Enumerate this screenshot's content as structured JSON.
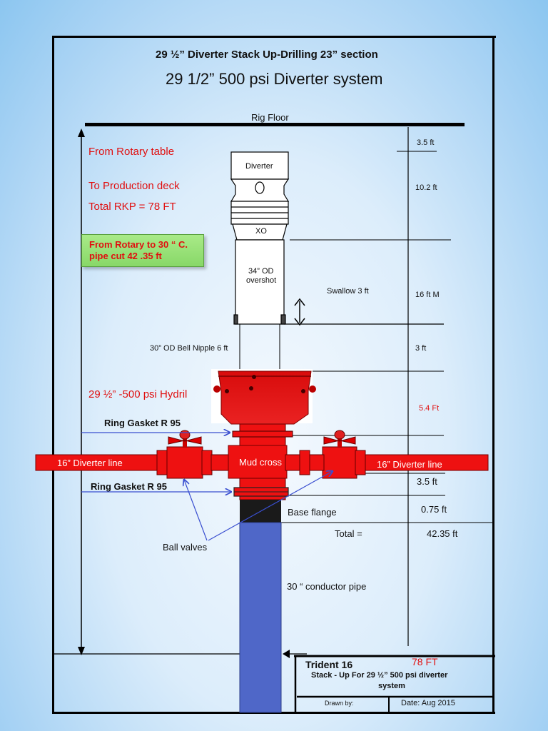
{
  "header": {
    "subtitle": "29 ½” Diverter  Stack Up-Drilling 23” section",
    "title": "29 1/2” 500 psi Diverter system"
  },
  "labels": {
    "rig_floor": "Rig  Floor",
    "from_rotary_table": "From Rotary table",
    "to_production_deck": "To Production deck",
    "total_rkp": "Total RKP = 78 FT",
    "callout_line1": "From Rotary to 30 “ C.",
    "callout_line2": "pipe  cut 42 .35 ft",
    "diverter": "Diverter",
    "xo": "XO",
    "overshot_line1": "34” OD",
    "overshot_line2": "overshot",
    "swallow": "Swallow  3 ft",
    "bell_nipple": "30” OD Bell Nipple  6 ft",
    "hydril": "29 ½” -500 psi Hydril",
    "ring_gasket_top": "Ring Gasket R 95",
    "ring_gasket_bottom": "Ring Gasket R 95",
    "diverter_line_left": "16” Diverter line",
    "diverter_line_right": "16” Diverter line",
    "mud_cross": "Mud cross",
    "base_flange": "Base flange",
    "total": "Total =",
    "ball_valves": "Ball valves",
    "conductor_pipe": "30 “ conductor pipe"
  },
  "dimensions": {
    "d1": "3.5 ft",
    "d2": "10.2 ft",
    "d3": "16 ft M",
    "d4": "3 ft",
    "d5": "5.4 Ft",
    "d6": "3.5 ft",
    "d7": "0.75 ft",
    "total": "42.35  ft"
  },
  "title_block": {
    "rig": "Trident 16",
    "length": "78 FT",
    "description_line1": "Stack - Up  For  29 ½”  500 psi diverter",
    "description_line2": "system",
    "drawn_by": "Drawn by:",
    "date": "Date: Aug 2015"
  },
  "colors": {
    "equipment_red": "#ee1111",
    "hydril_red": "#dd1010",
    "conductor_blue": "#4f67c8",
    "callout_green": "#9be27a",
    "label_red": "#e01010"
  }
}
